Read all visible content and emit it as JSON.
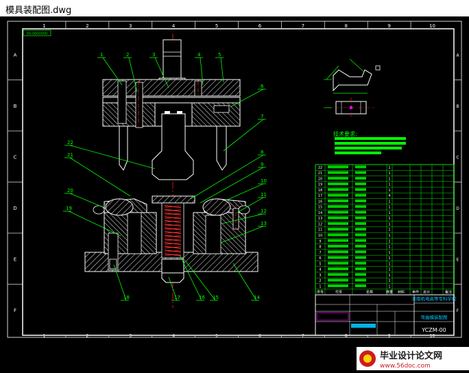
{
  "window": {
    "title": "模具装配图.dwg"
  },
  "frame": {
    "col_labels": [
      "1",
      "2",
      "3",
      "4",
      "5",
      "6",
      "7",
      "8",
      "9",
      "10"
    ],
    "row_labels": [
      "A",
      "B",
      "C",
      "D",
      "E",
      "F"
    ],
    "drawing_number_box": "00-0000000"
  },
  "balloons": [
    "1",
    "2",
    "3",
    "4",
    "5",
    "6",
    "7",
    "8",
    "9",
    "10",
    "11",
    "12",
    "13",
    "14",
    "15",
    "16",
    "17",
    "18",
    "19",
    "20",
    "21",
    "22"
  ],
  "notes": {
    "title": "技术要求:"
  },
  "bom": {
    "rows": [
      {
        "no": "22",
        "qty": "1"
      },
      {
        "no": "21",
        "qty": "1"
      },
      {
        "no": "20",
        "qty": "1"
      },
      {
        "no": "19",
        "qty": "1"
      },
      {
        "no": "18",
        "qty": "1"
      },
      {
        "no": "17",
        "qty": "4"
      },
      {
        "no": "16",
        "qty": "1"
      },
      {
        "no": "15",
        "qty": "1"
      },
      {
        "no": "14",
        "qty": "1"
      },
      {
        "no": "13",
        "qty": "1"
      },
      {
        "no": "12",
        "qty": "1"
      },
      {
        "no": "11",
        "qty": "1"
      },
      {
        "no": "10",
        "qty": "1"
      },
      {
        "no": "9",
        "qty": "1"
      },
      {
        "no": "8",
        "qty": "1"
      },
      {
        "no": "7",
        "qty": "1"
      },
      {
        "no": "6",
        "qty": "1"
      },
      {
        "no": "5",
        "qty": "1"
      },
      {
        "no": "4",
        "qty": "1"
      },
      {
        "no": "3",
        "qty": "1"
      },
      {
        "no": "2",
        "qty": "1"
      },
      {
        "no": "1",
        "qty": "1"
      }
    ],
    "header": [
      "序号",
      "代号",
      "名称",
      "数量",
      "材料",
      "单件",
      "总计",
      "备注"
    ]
  },
  "title_block": {
    "school": "河南机电高等专科学校",
    "drawing_name": "弯曲模装配图",
    "drawing_code": "YCZM-00"
  },
  "watermark": {
    "title": "毕业设计论文网",
    "url": "www.56doc.com"
  },
  "colors": {
    "background": "#000000",
    "frame": "#ffffff",
    "balloon": "#00ff00",
    "section": "#ffffff",
    "hatch": "#ffffff",
    "center_line": "#ff2020",
    "spring": "#ff3030",
    "table": "#00e000",
    "notes": "#00ff00",
    "magenta": "#ff00ff",
    "cyan": "#00c8ff"
  }
}
